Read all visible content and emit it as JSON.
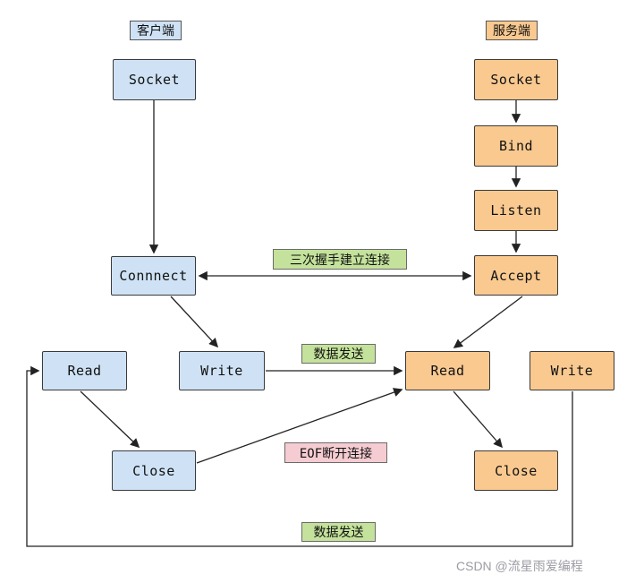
{
  "titles": {
    "client": "客户端",
    "server": "服务端"
  },
  "nodes": {
    "client_socket": "Socket",
    "client_connect": "Connnect",
    "client_read": "Read",
    "client_write": "Write",
    "client_close": "Close",
    "server_socket": "Socket",
    "server_bind": "Bind",
    "server_listen": "Listen",
    "server_accept": "Accept",
    "server_read": "Read",
    "server_write": "Write",
    "server_close": "Close"
  },
  "edge_labels": {
    "handshake": "三次握手建立连接",
    "data_send_top": "数据发送",
    "eof_disconnect": "EOF断开连接",
    "data_send_bottom": "数据发送"
  },
  "watermark": "CSDN @流星雨爱编程",
  "colors": {
    "client_box_fill": "#cfe2f5",
    "server_box_fill": "#f9c990",
    "green_label_fill": "#c4e29b",
    "pink_label_fill": "#f5ccd1",
    "line_color": "#222222"
  }
}
